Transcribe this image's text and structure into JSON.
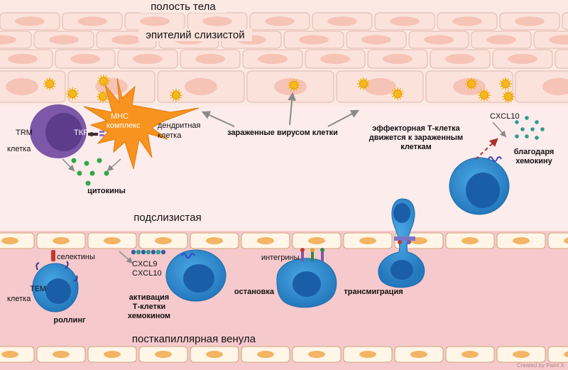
{
  "sections": {
    "body_cavity": "полость тела",
    "mucosal_epithelium": "эпителий слизистой",
    "submucosa": "подслизистая",
    "postcapillary_venule": "посткапиллярная венула"
  },
  "labels": {
    "trm_cell": [
      "TRM",
      "клетка"
    ],
    "tcr": "ТКР",
    "mhc_complex": [
      "МНС",
      "комплекс"
    ],
    "dendritic_cell": [
      "дендритная",
      "клетка"
    ],
    "cytokines": "цитокины",
    "infected_cells": "зараженные вирусом клетки",
    "effector_t_cell": [
      "эффекторная Т-клетка",
      "движется к зараженным",
      "клеткам"
    ],
    "cxcl10_top": "CXCL10",
    "chemokine_note": [
      "благодаря",
      "хемокину"
    ],
    "tem_cell": [
      "TEM",
      "клетка"
    ],
    "selectins": "селектины",
    "rolling": "роллинг",
    "cxcl": [
      "CXCL9",
      "CXCL10"
    ],
    "activation": [
      "активация",
      "Т-клетки",
      "хемокином"
    ],
    "integrins": "интегрины",
    "arrest": "остановка",
    "transmigration": "трансмиграция",
    "watermark": "Created by Paint X"
  },
  "colors": {
    "epithelium_cell": "#fbe3dc",
    "epithelium_nucleus": "#f6c3b7",
    "submucosa_bg": "#fcecec",
    "venule_bg": "#f6c9cc",
    "endothelium_cell": "#fff6e8",
    "endothelium_nucleus": "#f3b463",
    "t_cell": "#2f8fd0",
    "t_cell_nucleus": "#1a5ea8",
    "trm_cell": "#7d57a8",
    "dendritic_cell": "#f7931e",
    "virus": "#f5b81b",
    "cytokine": "#2fa84a",
    "chemokine": "#2a9d8f",
    "arrow": "#8a8a8a",
    "dashed_arrow": "#a8322d"
  }
}
